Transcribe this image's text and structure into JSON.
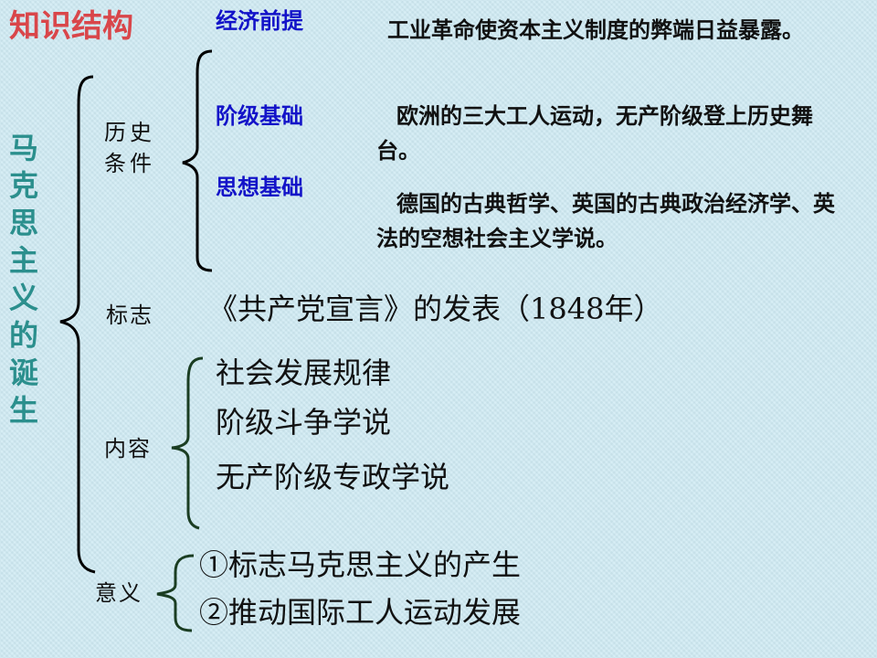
{
  "slide": {
    "title": "知识结构",
    "vertical_title": "马克思主义的诞生",
    "categories": {
      "history": "历史条件",
      "marker": "标志",
      "content": "内容",
      "significance": "意义"
    },
    "history_items": [
      {
        "label": "经济前提",
        "text": "工业革命使资本主义制度的弊端日益暴露。"
      },
      {
        "label": "阶级基础",
        "text": "欧洲的三大工人运动，无产阶级登上历史舞台。"
      },
      {
        "label": "思想基础",
        "text": "德国的古典哲学、英国的古典政治经济学、英法的空想社会主义学说。"
      }
    ],
    "marker_text": "《共产党宣言》的发表（1848年）",
    "content_items": [
      "社会发展规律",
      "阶级斗争学说",
      "无产阶级专政学说"
    ],
    "significance_items": [
      "①标志马克思主义的产生",
      "②推动国际工人运动发展"
    ]
  }
}
